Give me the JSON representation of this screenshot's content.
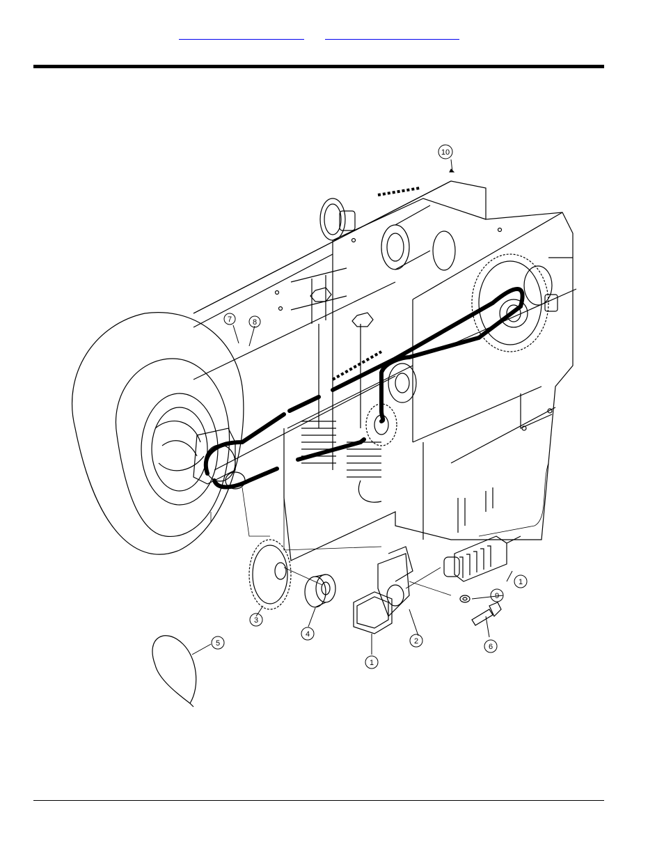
{
  "header": {
    "links": [
      {
        "label": ""
      },
      {
        "label": ""
      }
    ]
  },
  "diagram": {
    "callouts": [
      {
        "label": "10"
      },
      {
        "label": "7"
      },
      {
        "label": "8"
      },
      {
        "label": "1"
      },
      {
        "label": "9"
      },
      {
        "label": "6"
      },
      {
        "label": "2"
      },
      {
        "label": "1"
      },
      {
        "label": "3"
      },
      {
        "label": "4"
      },
      {
        "label": "5"
      }
    ]
  }
}
